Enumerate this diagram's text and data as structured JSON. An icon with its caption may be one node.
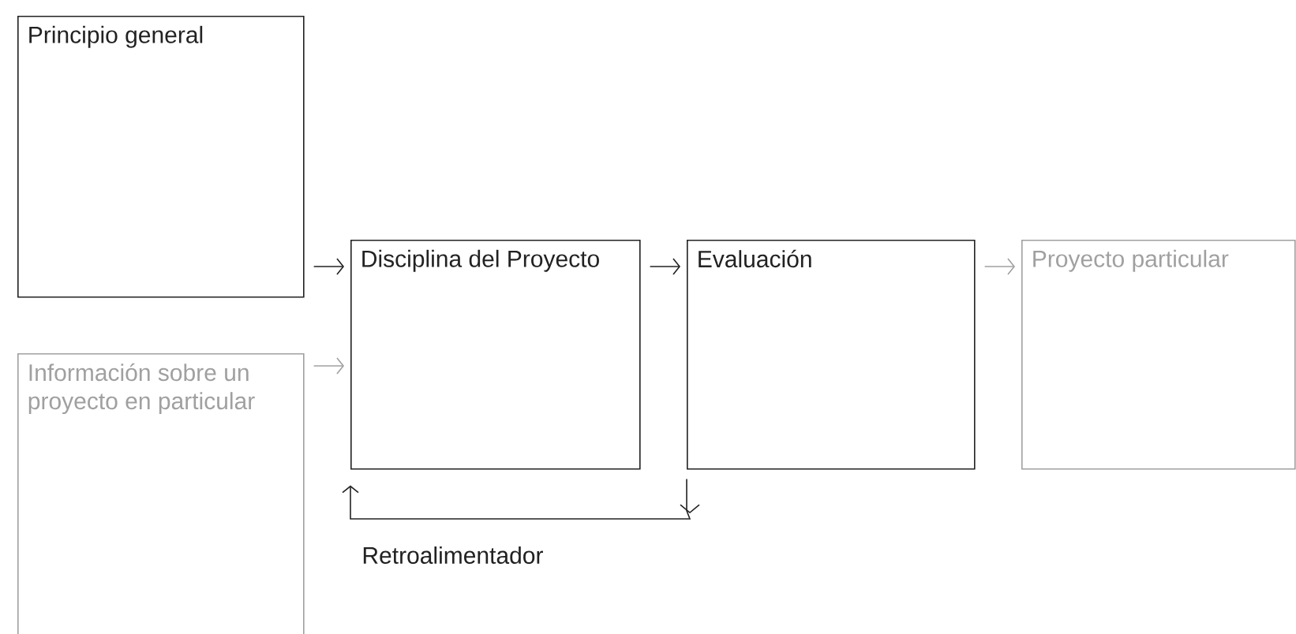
{
  "diagram": {
    "nodes": [
      {
        "text": [
          "Principio general"
        ]
      },
      {
        "text": [
          "Información sobre un proyecto en particular"
        ]
      },
      {
        "text": [
          "Disciplina del Proyecto"
        ]
      },
      {
        "text": [
          "Evaluación"
        ]
      },
      {
        "text": [
          "Proyecto particular"
        ]
      }
    ],
    "edges": [
      {
        "from": 0,
        "to": 2,
        "arrow": "to"
      },
      {
        "from": 1,
        "to": 2,
        "arrow": "to",
        "color": "#a0a0a0"
      },
      {
        "from": 2,
        "to": 3,
        "arrow": "to"
      },
      {
        "from": 3,
        "to": 4,
        "arrow": "to",
        "color": "#a0a0a0"
      },
      {
        "from": 3,
        "to": 2,
        "arrow": "to",
        "label": "Retroalimentador"
      }
    ]
  }
}
